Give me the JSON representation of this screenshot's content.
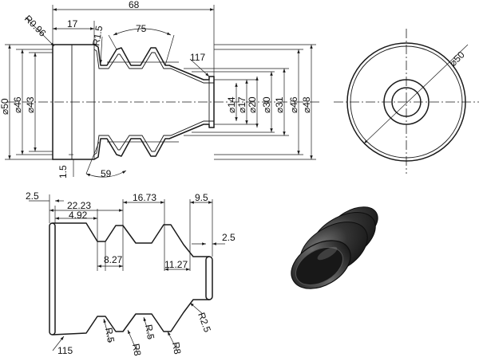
{
  "colors": {
    "line": "#1a1a1a",
    "text": "#111111",
    "background": "#ffffff",
    "render_dark": "#1c1c1c",
    "render_light": "#6e6e6e"
  },
  "front_view": {
    "dims": {
      "overall_length": "68",
      "flange_length": "17",
      "flange_radius": "R0.96",
      "root_radius": "R1.5",
      "convolution_angle": "75",
      "cone_angle": "117",
      "flange_angle": "59",
      "wall_step": "1.5",
      "dia_outer": "⌀50",
      "dia_46_left": "⌀46",
      "dia_43": "⌀43",
      "dia_14": "⌀14",
      "dia_17": "⌀17",
      "dia_20": "⌀20",
      "dia_30": "⌀30",
      "dia_31": "⌀31",
      "dia_46_right": "⌀46",
      "dia_48": "⌀48"
    }
  },
  "end_view": {
    "dims": {
      "dia_50": "⌀50"
    }
  },
  "section_view": {
    "dims": {
      "flange_thickness": "2.5",
      "pitch_start": "22.23",
      "first_offset": "4.92",
      "pitch": "16.73",
      "end_length": "9.5",
      "end_thickness": "2.5",
      "crest_width": "8.27",
      "end_offset": "11.27",
      "r5_a": "R.5",
      "r5_b": "R.5",
      "r8_a": "R8",
      "r8_b": "R8",
      "r2_5": "R2.5",
      "angle_115": "115"
    }
  },
  "render_view": {
    "label": ""
  }
}
